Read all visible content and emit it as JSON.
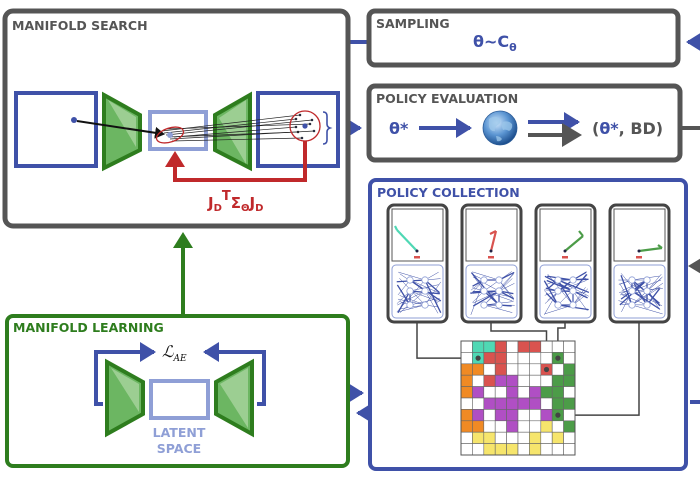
{
  "colors": {
    "gray": "#555555",
    "blue": "#3f51a8",
    "light_blue": "#8f9fd6",
    "green": "#2e7d1e",
    "green_fill": "#6cb662",
    "green_light": "#a9d49f",
    "red": "#c0292b",
    "teal": "#4fd8b4",
    "cell_red": "#d9534f",
    "orange": "#f08a24",
    "purple": "#b04fc4",
    "cell_green": "#4c9c48",
    "yellow": "#f6e56c"
  },
  "manifold_search": {
    "title": "MANIFOLD SEARCH",
    "jacobian_formula": {
      "base": "J",
      "sub": "D",
      "sup": "T",
      "sigma": "Σ",
      "sigma_sub": "Θ",
      "tail": "J",
      "tail_sub": "D"
    }
  },
  "sampling": {
    "title": "SAMPLING",
    "formula": {
      "main": "θ~C",
      "sub": "θ"
    }
  },
  "policy_evaluation": {
    "title": "POLICY EVALUATION",
    "input": "θ*",
    "environment_icon": "globe-icon",
    "output": "(θ*, BD)"
  },
  "policy_collection": {
    "title": "POLICY COLLECTION",
    "policies": [
      {
        "arm_color": "teal",
        "arm_angle_desc": "up-left"
      },
      {
        "arm_color": "cell_red",
        "arm_angle_desc": "up"
      },
      {
        "arm_color": "cell_green",
        "arm_angle_desc": "up-right"
      },
      {
        "arm_color": "cell_green",
        "arm_angle_desc": "right"
      }
    ],
    "archive_grid": {
      "rows": 10,
      "cols": 10,
      "cells": [
        [
          "W",
          "T",
          "T",
          "R",
          "W",
          "R",
          "R",
          "W",
          "W",
          "W"
        ],
        [
          "W",
          "T",
          "R",
          "R",
          "W",
          "W",
          "W",
          "W",
          "G",
          "W"
        ],
        [
          "O",
          "O",
          "W",
          "R",
          "W",
          "W",
          "W",
          "R",
          "W",
          "G"
        ],
        [
          "O",
          "W",
          "R",
          "P",
          "P",
          "W",
          "W",
          "W",
          "G",
          "G"
        ],
        [
          "O",
          "P",
          "W",
          "W",
          "P",
          "W",
          "P",
          "G",
          "G",
          "W"
        ],
        [
          "W",
          "W",
          "P",
          "P",
          "P",
          "P",
          "P",
          "W",
          "G",
          "G"
        ],
        [
          "O",
          "P",
          "W",
          "P",
          "P",
          "W",
          "W",
          "P",
          "G",
          "W"
        ],
        [
          "O",
          "O",
          "W",
          "W",
          "P",
          "W",
          "W",
          "Y",
          "W",
          "G"
        ],
        [
          "W",
          "Y",
          "Y",
          "W",
          "W",
          "W",
          "Y",
          "W",
          "Y",
          "W"
        ],
        [
          "W",
          "W",
          "Y",
          "Y",
          "Y",
          "W",
          "Y",
          "W",
          "W",
          "W"
        ]
      ],
      "legend": {
        "W": "empty",
        "T": "teal",
        "R": "cell_red",
        "O": "orange",
        "P": "purple",
        "G": "cell_green",
        "Y": "yellow"
      },
      "links": [
        {
          "policy": 0,
          "row": 1,
          "col": 1
        },
        {
          "policy": 1,
          "row": 2,
          "col": 7
        },
        {
          "policy": 2,
          "row": 1,
          "col": 8
        },
        {
          "policy": 3,
          "row": 6,
          "col": 8
        }
      ]
    }
  },
  "manifold_learning": {
    "title": "MANIFOLD LEARNING",
    "loss_label": {
      "main": "ℒ",
      "sub": "AE"
    },
    "latent_label_line1": "LATENT",
    "latent_label_line2": "SPACE"
  }
}
